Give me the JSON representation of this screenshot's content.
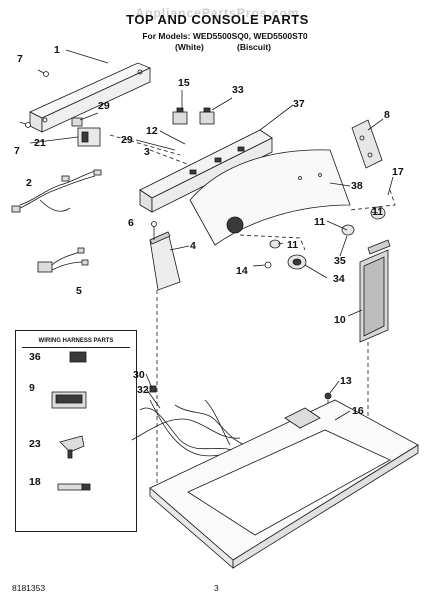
{
  "header": {
    "watermark": "AppliancePartsPros.com",
    "title": "TOP AND CONSOLE PARTS",
    "models": "For Models: WED5500SQ0, WED5500ST0",
    "color_white": "(White)",
    "color_biscuit": "(Biscuit)"
  },
  "harness_box": {
    "title": "WIRING HARNESS PARTS"
  },
  "part_labels": [
    "1",
    "7",
    "7",
    "29",
    "21",
    "2",
    "5",
    "29",
    "12",
    "3",
    "15",
    "33",
    "37",
    "8",
    "17",
    "38",
    "11",
    "11",
    "11",
    "6",
    "4",
    "35",
    "14",
    "34",
    "10",
    "36",
    "9",
    "23",
    "18",
    "30",
    "32",
    "13",
    "16"
  ],
  "footer": {
    "doc_number": "8181353",
    "page_number": "3"
  },
  "colors": {
    "line": "#1a1a1a",
    "panel_fill": "#f3f3f3",
    "dark_fill": "#3a3a3a"
  },
  "icons": [
    "screw-icon",
    "knob-icon",
    "switch-icon",
    "wiring-harness-icon",
    "connector-icon"
  ]
}
